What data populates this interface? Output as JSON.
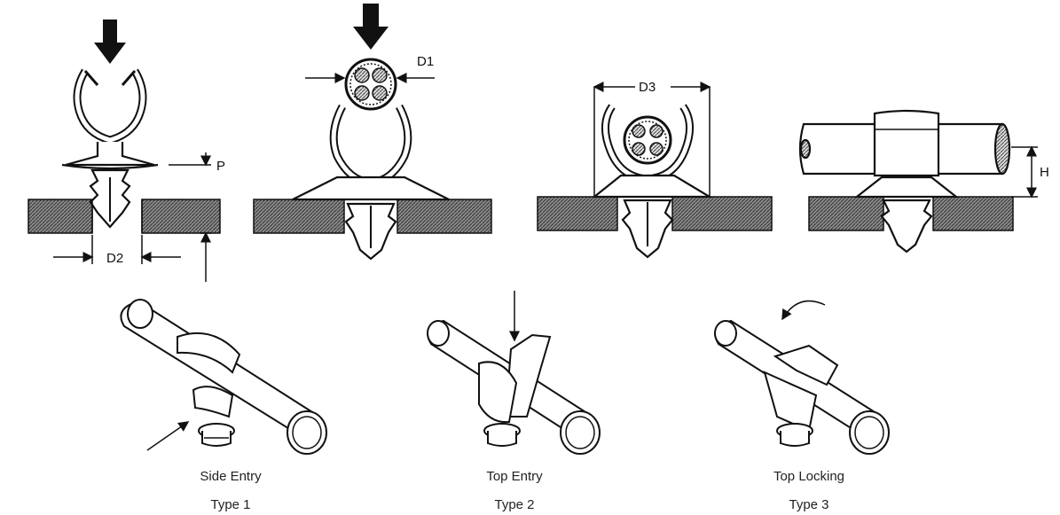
{
  "labels": {
    "p": "P",
    "d1": "D1",
    "d2": "D2",
    "d3": "D3",
    "h": "H"
  },
  "types": [
    {
      "name": "Side Entry",
      "type": "Type 1"
    },
    {
      "name": "Top Entry",
      "type": "Type 2"
    },
    {
      "name": "Top Locking",
      "type": "Type 3"
    }
  ],
  "colors": {
    "line": "#111111",
    "hatch": "#6b6b6b",
    "fill": "#ffffff"
  }
}
